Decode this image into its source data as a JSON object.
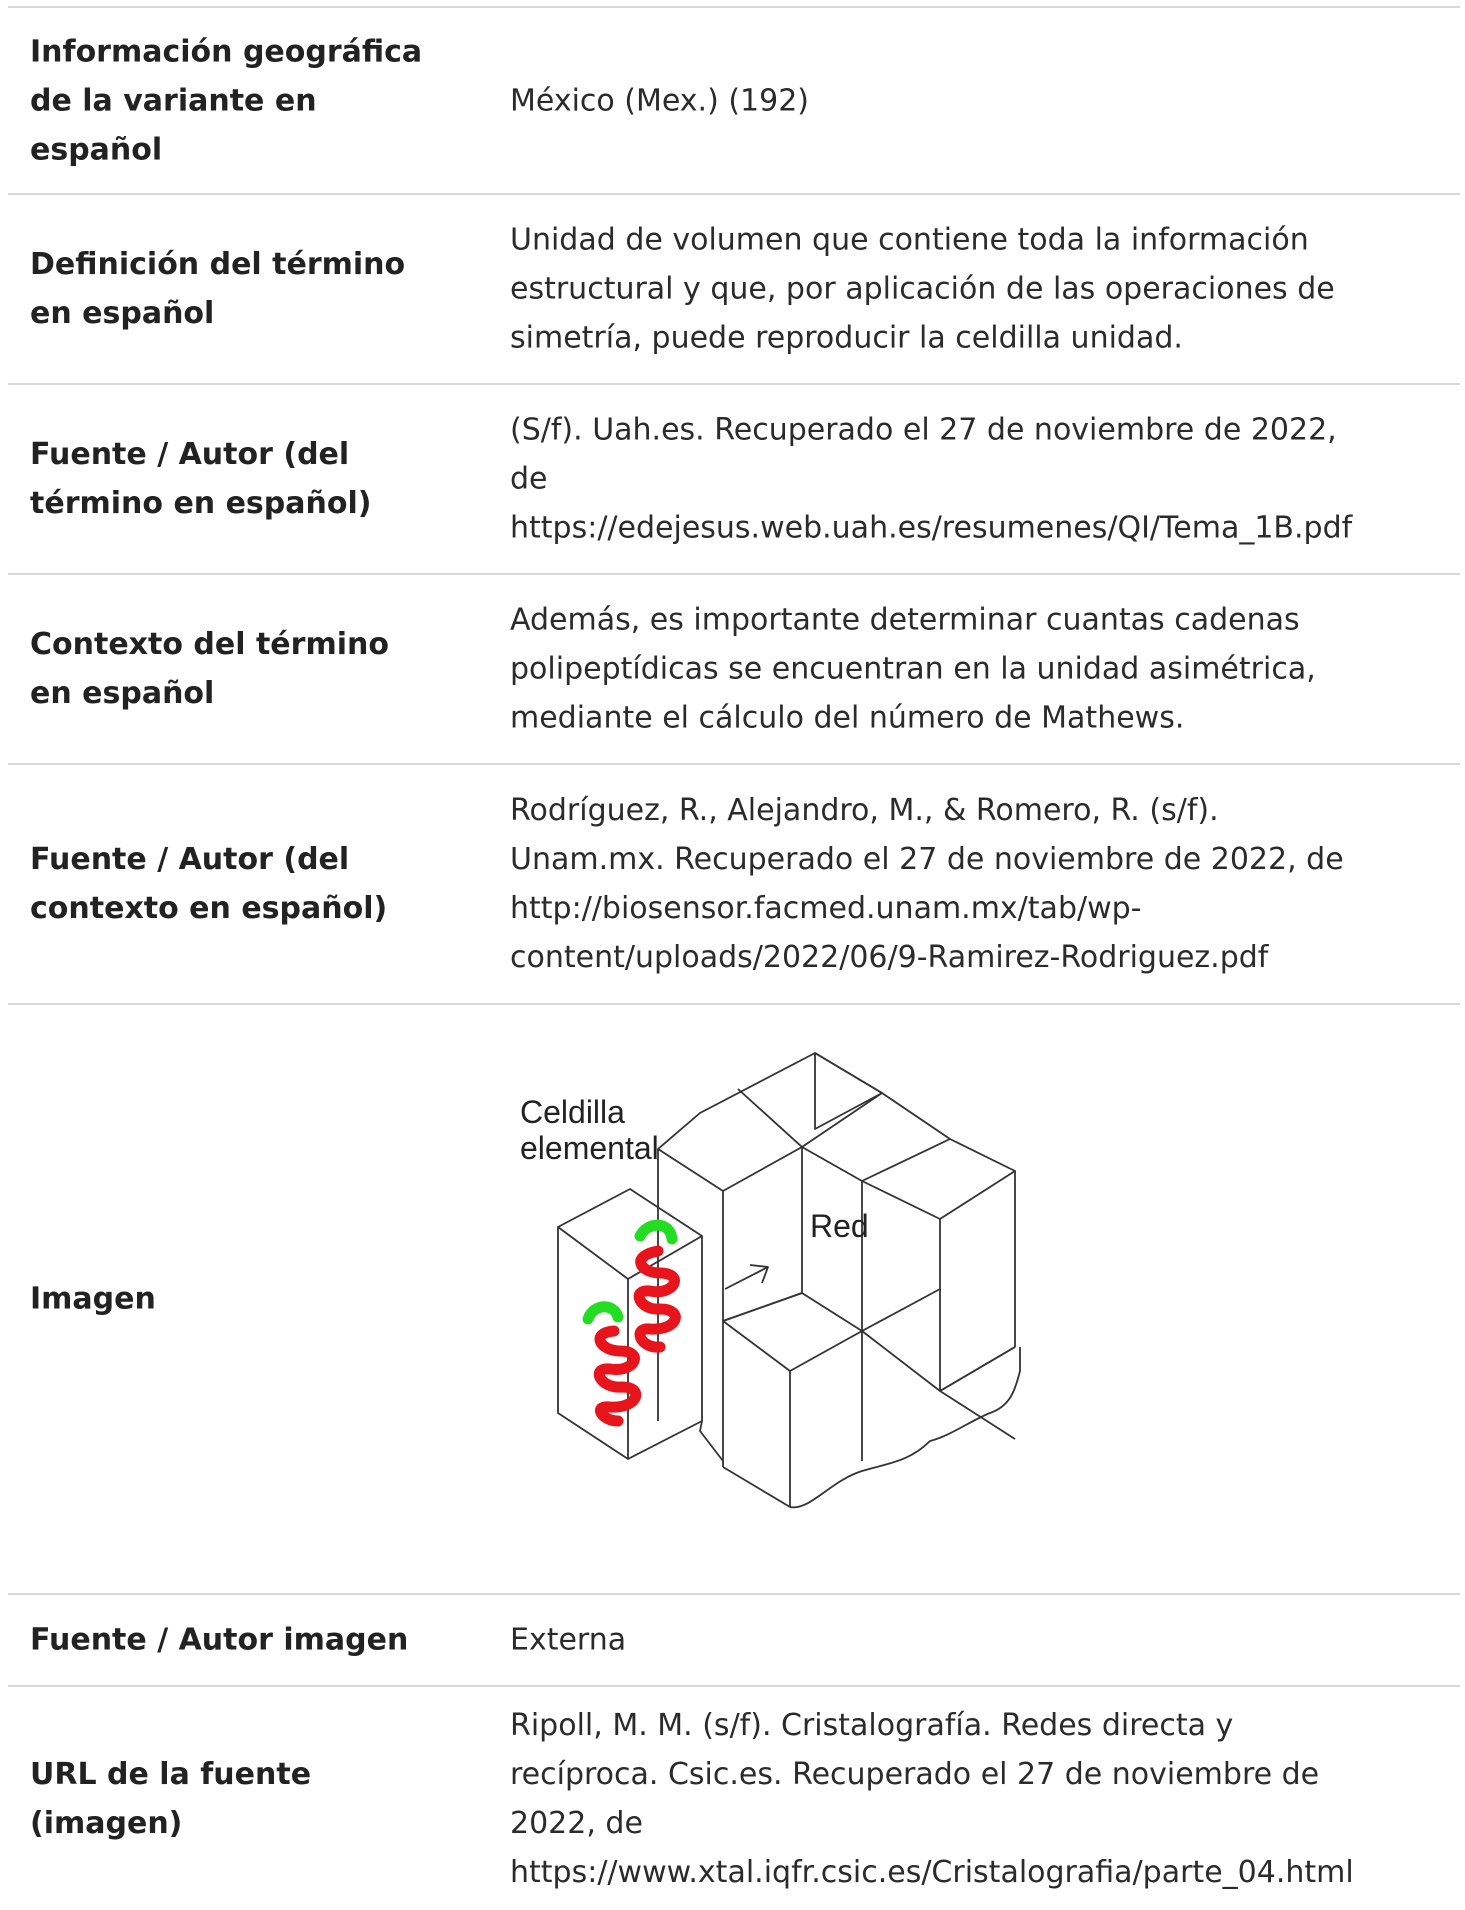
{
  "rows": [
    {
      "label": [
        "Información geográfica",
        "de la variante en",
        "español"
      ],
      "value": [
        "México (Mex.) (192)"
      ]
    },
    {
      "label": [
        "Definición del término",
        "en español"
      ],
      "value": [
        "Unidad de volumen que contiene toda la información",
        "estructural y que, por aplicación de las operaciones de",
        "simetría, puede reproducir la celdilla unidad."
      ]
    },
    {
      "label": [
        "Fuente / Autor (del",
        "término en español)"
      ],
      "value": [
        "(S/f). Uah.es. Recuperado el 27 de noviembre de 2022,",
        "de",
        "https://edejesus.web.uah.es/resumenes/QI/Tema_1B.pdf"
      ]
    },
    {
      "label": [
        "Contexto del término",
        "en español"
      ],
      "value": [
        "Además, es importante determinar cuantas cadenas",
        "polipeptídicas se encuentran en la unidad asimétrica,",
        "mediante el cálculo del número de Mathews."
      ]
    },
    {
      "label": [
        "Fuente / Autor (del",
        "contexto en español)"
      ],
      "value": [
        "Rodríguez, R., Alejandro, M., & Romero, R. (s/f).",
        "Unam.mx. Recuperado el 27 de noviembre de 2022, de",
        "http://biosensor.facmed.unam.mx/tab/wp-",
        "content/uploads/2022/06/9-Ramirez-Rodriguez.pdf"
      ]
    },
    {
      "label": [
        "Imagen"
      ],
      "image": {
        "caption_cell": [
          "Celdilla",
          "elemental"
        ],
        "caption_lattice": "Red"
      }
    },
    {
      "label": [
        "Fuente / Autor imagen"
      ],
      "value": [
        "Externa"
      ]
    },
    {
      "label": [
        "URL de la fuente",
        "(imagen)"
      ],
      "value": [
        "Ripoll, M. M. (s/f). Cristalografía. Redes directa y",
        "recíproca. Csic.es. Recuperado el 27 de noviembre de",
        "2022, de",
        "https://www.xtal.iqfr.csic.es/Cristalografia/parte_04.html"
      ]
    }
  ],
  "colors": {
    "divider": "#d8d8d8",
    "helix": "#e8141b",
    "helix_end": "#22dd22"
  }
}
